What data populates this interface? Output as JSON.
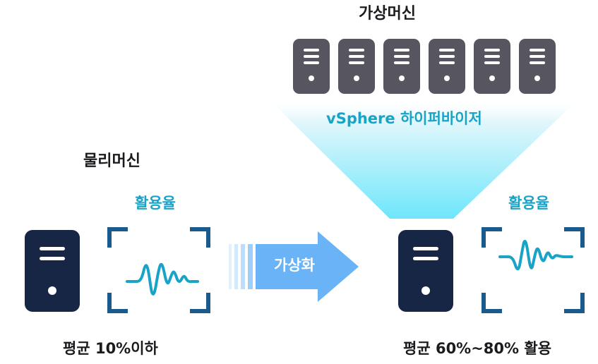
{
  "virtual_machines": {
    "title": "가상머신",
    "count": 6,
    "color": "#565560"
  },
  "hypervisor": {
    "label": "vSphere 하이퍼바이저",
    "beam_color": "#7de6f8"
  },
  "physical_machine": {
    "title": "물리머신",
    "server_color": "#172645"
  },
  "usage": {
    "left_label": "활용율",
    "right_label": "활용율",
    "accent_color": "#19a3c7",
    "frame_color": "#1b5a8c"
  },
  "process": {
    "arrow_label": "가상화",
    "arrow_color": "#6ab3f7"
  },
  "footer": {
    "before": "평균 10%이하",
    "after": "평균 60%~80% 활용"
  }
}
